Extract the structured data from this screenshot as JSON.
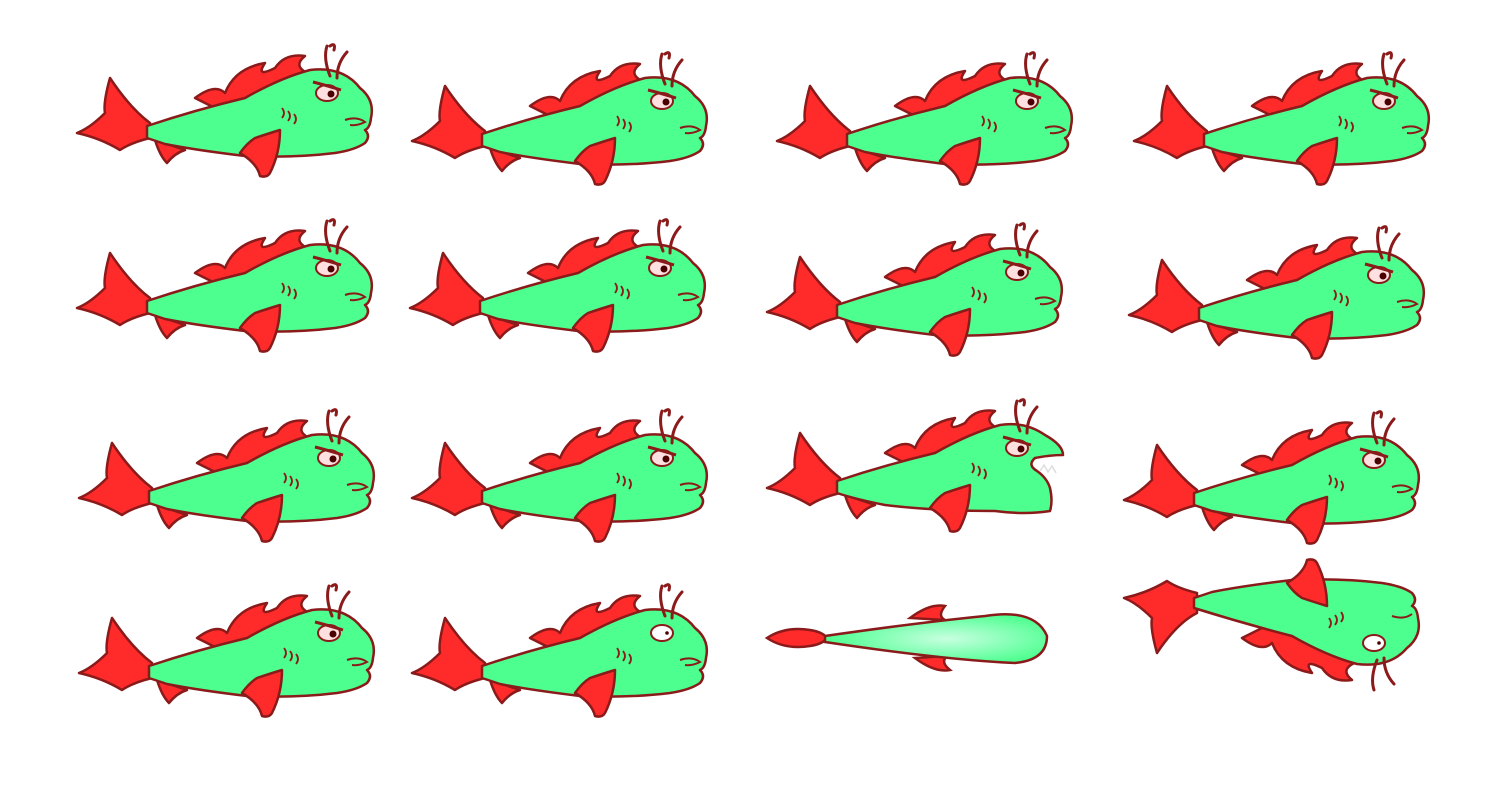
{
  "colors": {
    "background": "#ffffff",
    "body": "#4cff8e",
    "fin": "#ff2a2a",
    "outline": "#8b1a1a",
    "eye_white": "#ffffff",
    "eye_white_alt": "#ffe0e0",
    "pupil": "#4a0000",
    "teeth": "#ffffff",
    "top_highlight": "#a8ffd0"
  },
  "sprite_sheet": {
    "rows": 4,
    "columns": 4,
    "frames": [
      {
        "row": 0,
        "col": 0,
        "pose": "swim",
        "eye": "angry"
      },
      {
        "row": 0,
        "col": 1,
        "pose": "swim",
        "eye": "angry"
      },
      {
        "row": 0,
        "col": 2,
        "pose": "swim",
        "eye": "angry"
      },
      {
        "row": 0,
        "col": 3,
        "pose": "swim",
        "eye": "angry"
      },
      {
        "row": 1,
        "col": 0,
        "pose": "swim",
        "eye": "angry"
      },
      {
        "row": 1,
        "col": 1,
        "pose": "swim",
        "eye": "angry"
      },
      {
        "row": 1,
        "col": 2,
        "pose": "swim",
        "eye": "angry"
      },
      {
        "row": 1,
        "col": 3,
        "pose": "swim",
        "eye": "angry"
      },
      {
        "row": 2,
        "col": 0,
        "pose": "swim",
        "eye": "angry"
      },
      {
        "row": 2,
        "col": 1,
        "pose": "swim",
        "eye": "angry"
      },
      {
        "row": 2,
        "col": 2,
        "pose": "bite",
        "eye": "angry"
      },
      {
        "row": 2,
        "col": 3,
        "pose": "swim",
        "eye": "angry"
      },
      {
        "row": 3,
        "col": 0,
        "pose": "swim",
        "eye": "angry"
      },
      {
        "row": 3,
        "col": 1,
        "pose": "swim",
        "eye": "dazed"
      },
      {
        "row": 3,
        "col": 2,
        "pose": "top-view",
        "eye": "none"
      },
      {
        "row": 3,
        "col": 3,
        "pose": "upside-down",
        "eye": "dazed"
      }
    ]
  }
}
